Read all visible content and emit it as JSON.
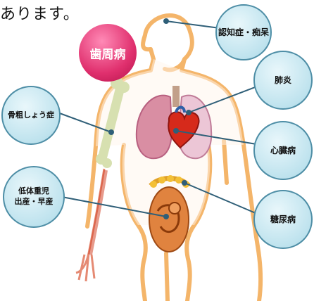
{
  "header_text": "あります。",
  "badge": {
    "label": "歯周病",
    "color": "#d92a68"
  },
  "diseases": [
    {
      "id": "dementia",
      "label": "認知症・痴呆"
    },
    {
      "id": "pneumonia",
      "label": "肺炎"
    },
    {
      "id": "osteoporosis",
      "label": "骨粗しょう症"
    },
    {
      "id": "heart",
      "label": "心臓病"
    },
    {
      "id": "lowbirth",
      "label_line1": "低体重児",
      "label_line2": "出産・早産"
    },
    {
      "id": "diabetes",
      "label": "糖尿病"
    }
  ],
  "colors": {
    "bubble_border": "#4e8ea6",
    "connector": "#2f5f78",
    "body_outline": "#f4b56a"
  }
}
